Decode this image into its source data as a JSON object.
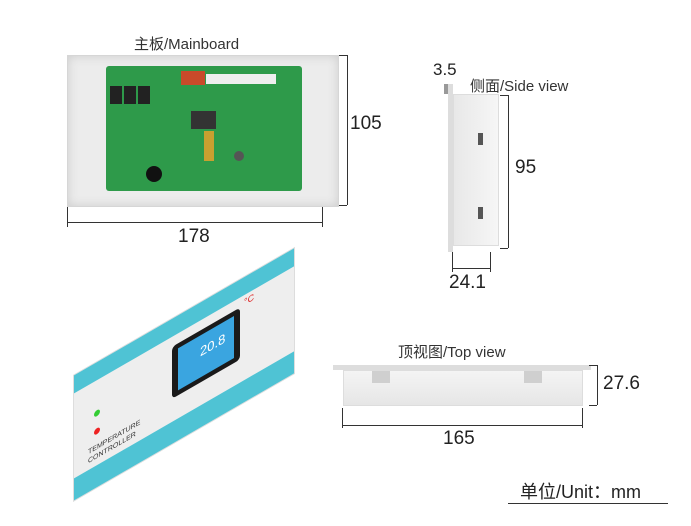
{
  "mainboard": {
    "title": "主板/Mainboard",
    "height_label": "105",
    "width_label": "178"
  },
  "side_view": {
    "title": "侧面/Side view",
    "flange_label": "3.5",
    "height_label": "95",
    "depth_label": "24.1"
  },
  "top_view": {
    "title": "顶视图/Top view",
    "height_label": "27.6",
    "width_label": "165"
  },
  "controller": {
    "display_value": "20.8",
    "unit_symbol": "°C",
    "brand_line1": "TEMPERATURE",
    "brand_line2": "CONTROLLER"
  },
  "unit_note": "单位/Unit：mm",
  "colors": {
    "pcb": "#2e9a4a",
    "enclosure": "#ececec",
    "panel_accent": "#4fc3d4",
    "screen": "#1a1a1a",
    "lcd": "#3aa5e0"
  }
}
